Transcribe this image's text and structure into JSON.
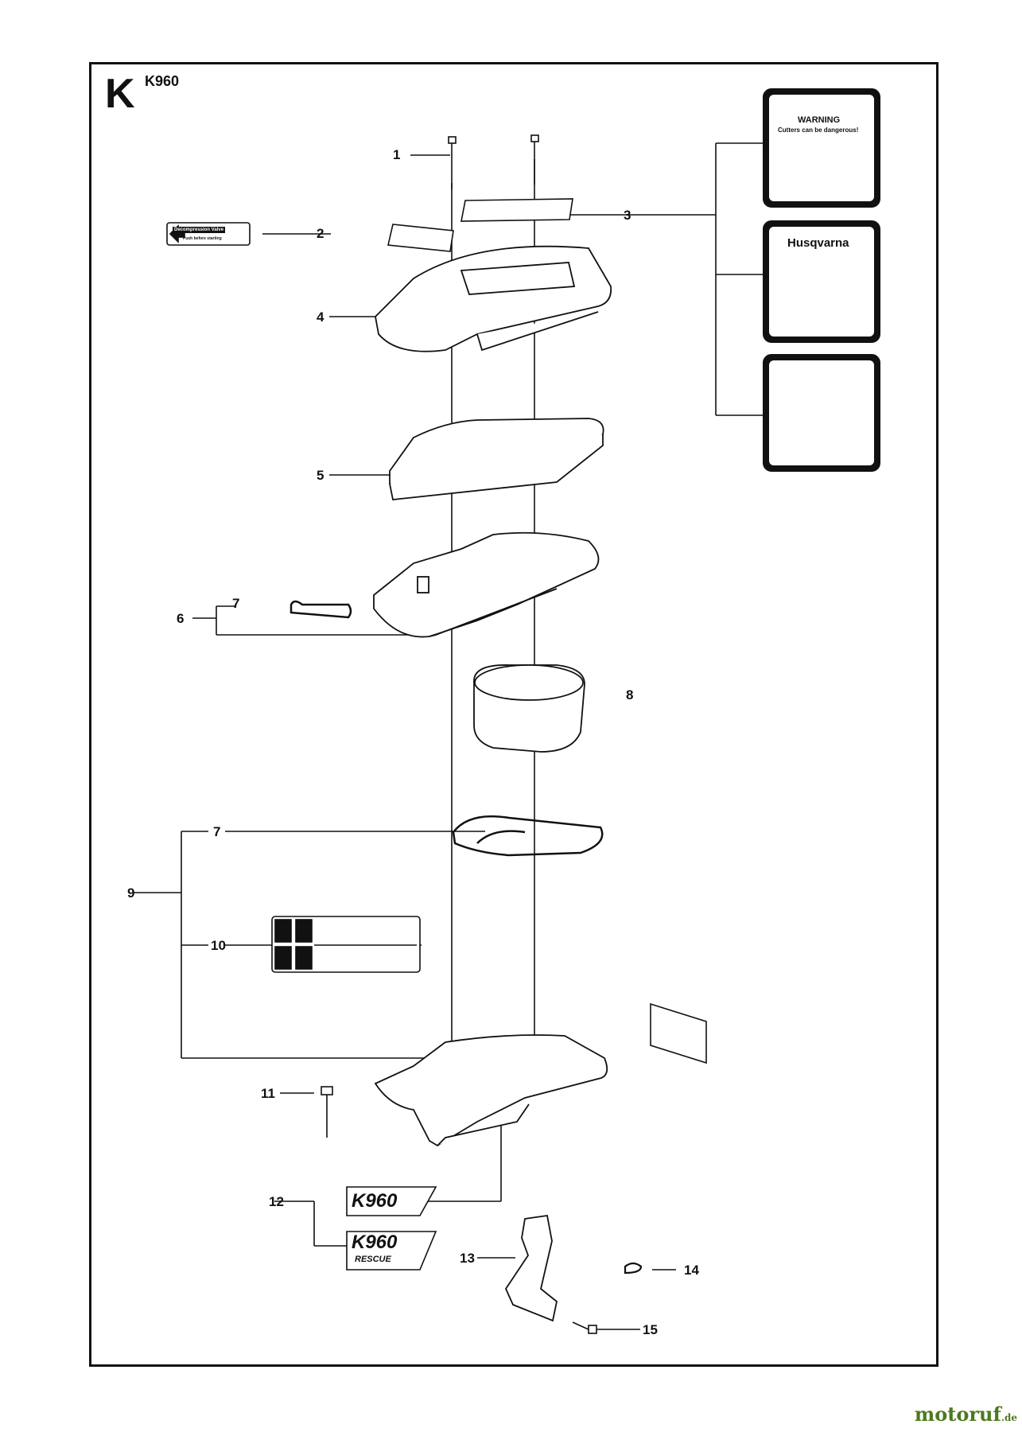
{
  "header": {
    "section_letter": "K",
    "model": "K960"
  },
  "callouts": [
    "1",
    "2",
    "3",
    "4",
    "5",
    "6",
    "7",
    "7",
    "8",
    "9",
    "10",
    "11",
    "12",
    "13",
    "14",
    "15"
  ],
  "labels": {
    "decompression": {
      "title": "Decompression Valve",
      "subtitle": "Push before starting"
    },
    "warning_title": "WARNING",
    "warning_sub": "Cutters can be dangerous!",
    "brand": "Husqvarna",
    "k960_decal": "K960",
    "rescue_decal": "RESCUE"
  },
  "watermark": {
    "name": "motoruf",
    "tld": ".de",
    "color": "#4d7a1e"
  }
}
